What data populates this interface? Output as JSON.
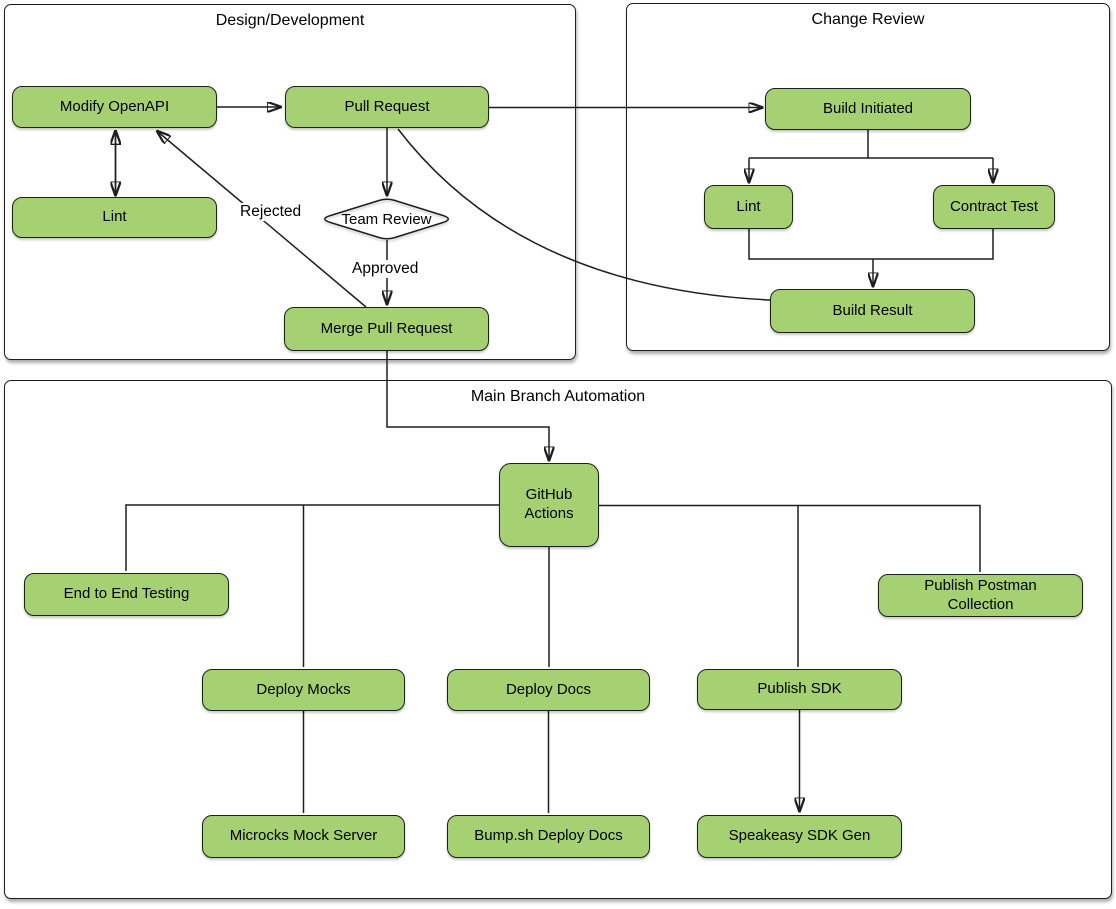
{
  "diagram": {
    "colors": {
      "node_fill": "#a6d173",
      "node_stroke": "#1e1e1e",
      "line": "#1e1e1e",
      "container_background": "#ffffff",
      "text": "#000000"
    },
    "containers": {
      "design_development": {
        "title": "Design/Development"
      },
      "change_review": {
        "title": "Change Review"
      },
      "main_branch_automation": {
        "title": "Main Branch Automation"
      }
    },
    "nodes": {
      "modify_openapi": {
        "label": "Modify OpenAPI",
        "shape": "rounded-rect"
      },
      "lint_design": {
        "label": "Lint",
        "shape": "rounded-rect"
      },
      "pull_request": {
        "label": "Pull Request",
        "shape": "rounded-rect"
      },
      "team_review": {
        "label": "Team Review",
        "shape": "hexagon-decision"
      },
      "merge_pull_request": {
        "label": "Merge Pull Request",
        "shape": "rounded-rect"
      },
      "build_initiated": {
        "label": "Build Initiated",
        "shape": "rounded-rect"
      },
      "lint_review": {
        "label": "Lint",
        "shape": "rounded-rect"
      },
      "contract_test": {
        "label": "Contract Test",
        "shape": "rounded-rect"
      },
      "build_result": {
        "label": "Build Result",
        "shape": "rounded-rect"
      },
      "github_actions": {
        "label": "GitHub Actions",
        "shape": "rounded-rect"
      },
      "end_to_end_testing": {
        "label": "End to End Testing",
        "shape": "rounded-rect"
      },
      "deploy_mocks": {
        "label": "Deploy Mocks",
        "shape": "rounded-rect"
      },
      "deploy_docs": {
        "label": "Deploy Docs",
        "shape": "rounded-rect"
      },
      "publish_sdk": {
        "label": "Publish SDK",
        "shape": "rounded-rect"
      },
      "publish_postman_collection": {
        "label": "Publish Postman Collection",
        "shape": "rounded-rect"
      },
      "microcks_mock_server": {
        "label": "Microcks Mock Server",
        "shape": "rounded-rect"
      },
      "bumpsh_deploy_docs": {
        "label": "Bump.sh Deploy Docs",
        "shape": "rounded-rect"
      },
      "speakeasy_sdk_gen": {
        "label": "Speakeasy SDK Gen",
        "shape": "rounded-rect"
      }
    },
    "edge_labels": {
      "approved": "Approved",
      "rejected": "Rejected"
    },
    "edges": [
      {
        "from": "Modify OpenAPI",
        "to": "Pull Request",
        "arrow": "end"
      },
      {
        "from": "Modify OpenAPI",
        "to": "Lint",
        "arrow": "both"
      },
      {
        "from": "Pull Request",
        "to": "Team Review",
        "arrow": "end"
      },
      {
        "from": "Team Review",
        "to": "Merge Pull Request",
        "label": "Approved",
        "arrow": "end"
      },
      {
        "from": "Merge Pull Request",
        "to": "Modify OpenAPI",
        "label": "Rejected",
        "arrow": "end"
      },
      {
        "from": "Pull Request",
        "to": "Build Initiated",
        "arrow": "end"
      },
      {
        "from": "Pull Request",
        "to": "Build Result",
        "arrow": "none"
      },
      {
        "from": "Build Initiated",
        "to": "Lint (Change Review)",
        "arrow": "end"
      },
      {
        "from": "Build Initiated",
        "to": "Contract Test",
        "arrow": "end"
      },
      {
        "from": "Lint (Change Review) / Contract Test",
        "to": "Build Result",
        "arrow": "end"
      },
      {
        "from": "Merge Pull Request",
        "to": "GitHub Actions",
        "arrow": "end"
      },
      {
        "from": "GitHub Actions",
        "to": "End to End Testing",
        "arrow": "none"
      },
      {
        "from": "GitHub Actions",
        "to": "Deploy Mocks",
        "arrow": "none"
      },
      {
        "from": "GitHub Actions",
        "to": "Deploy Docs",
        "arrow": "none"
      },
      {
        "from": "GitHub Actions",
        "to": "Publish SDK",
        "arrow": "none"
      },
      {
        "from": "GitHub Actions",
        "to": "Publish Postman Collection",
        "arrow": "none"
      },
      {
        "from": "Deploy Mocks",
        "to": "Microcks Mock Server",
        "arrow": "none"
      },
      {
        "from": "Deploy Docs",
        "to": "Bump.sh Deploy Docs",
        "arrow": "none"
      },
      {
        "from": "Publish SDK",
        "to": "Speakeasy SDK Gen",
        "arrow": "end"
      }
    ]
  }
}
